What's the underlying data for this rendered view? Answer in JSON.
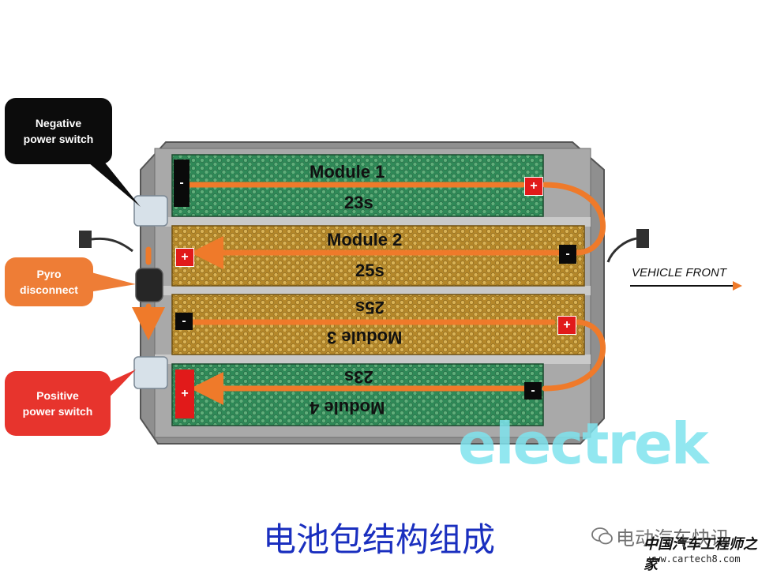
{
  "callouts": {
    "negative": "Negative\npower switch",
    "pyro": "Pyro\ndisconnect",
    "positive": "Positive\npower switch"
  },
  "modules": [
    {
      "name": "Module 1",
      "cells": "23s",
      "color": "#2f8a58",
      "upside_down": false
    },
    {
      "name": "Module 2",
      "cells": "25s",
      "color": "#c89a28",
      "upside_down": false
    },
    {
      "name": "Module 3",
      "cells": "25s",
      "color": "#c89a28",
      "upside_down": true
    },
    {
      "name": "Module 4",
      "cells": "23s",
      "color": "#2f8a58",
      "upside_down": true
    }
  ],
  "terminals": {
    "plus": "+",
    "minus": "-"
  },
  "vehicle_front": "VEHICLE FRONT",
  "watermark": "electrek",
  "caption": "电池包结构组成",
  "brand": {
    "wechat": "电动汽车快讯",
    "site": "中国汽车工程师之家",
    "url": "www.cartech8.com"
  },
  "colors": {
    "arrow": "#ef7a2a",
    "negative_callout": "#0c0c0c",
    "pyro_callout": "#ee7d36",
    "positive_callout": "#e7342d",
    "caption": "#1a2fbf"
  }
}
